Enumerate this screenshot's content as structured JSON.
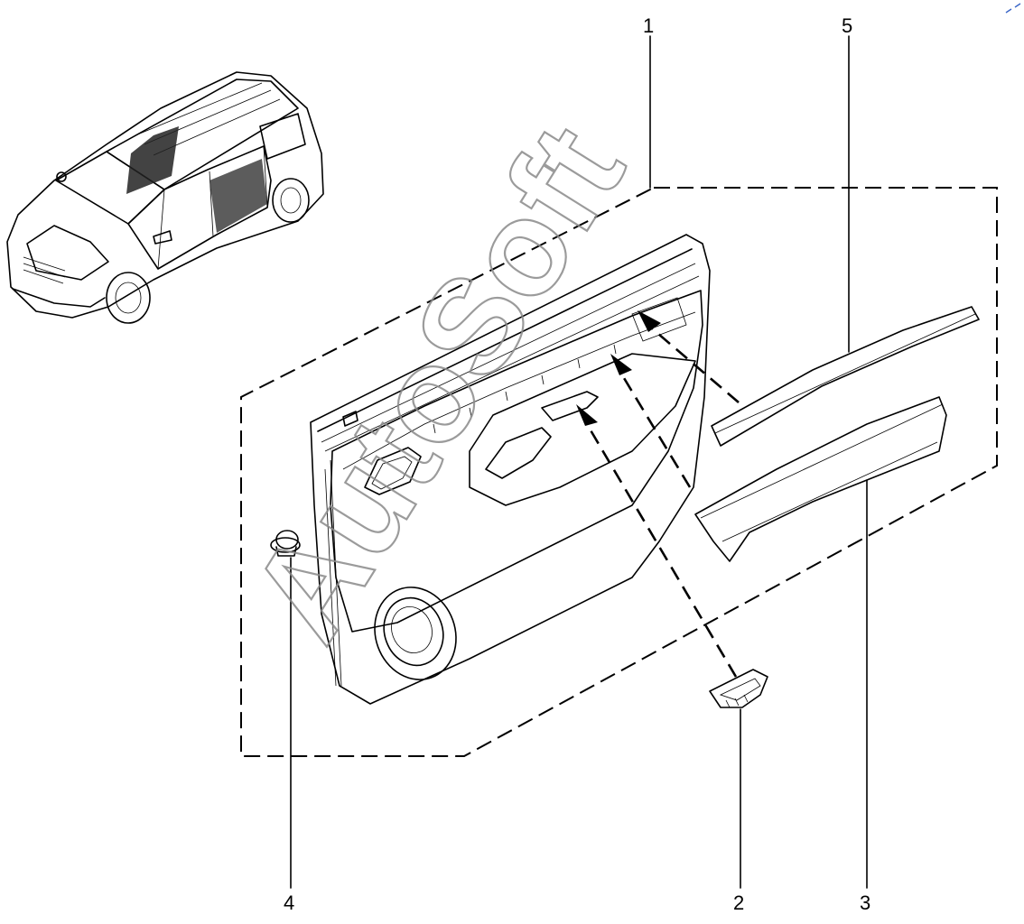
{
  "diagram": {
    "callouts": [
      {
        "id": "1",
        "label": "1"
      },
      {
        "id": "2",
        "label": "2"
      },
      {
        "id": "3",
        "label": "3"
      },
      {
        "id": "4",
        "label": "4"
      },
      {
        "id": "5",
        "label": "5"
      }
    ],
    "watermark": "AutoSoft",
    "colors": {
      "line": "#000000",
      "watermark": "#8a8a8a",
      "background": "#ffffff"
    }
  }
}
